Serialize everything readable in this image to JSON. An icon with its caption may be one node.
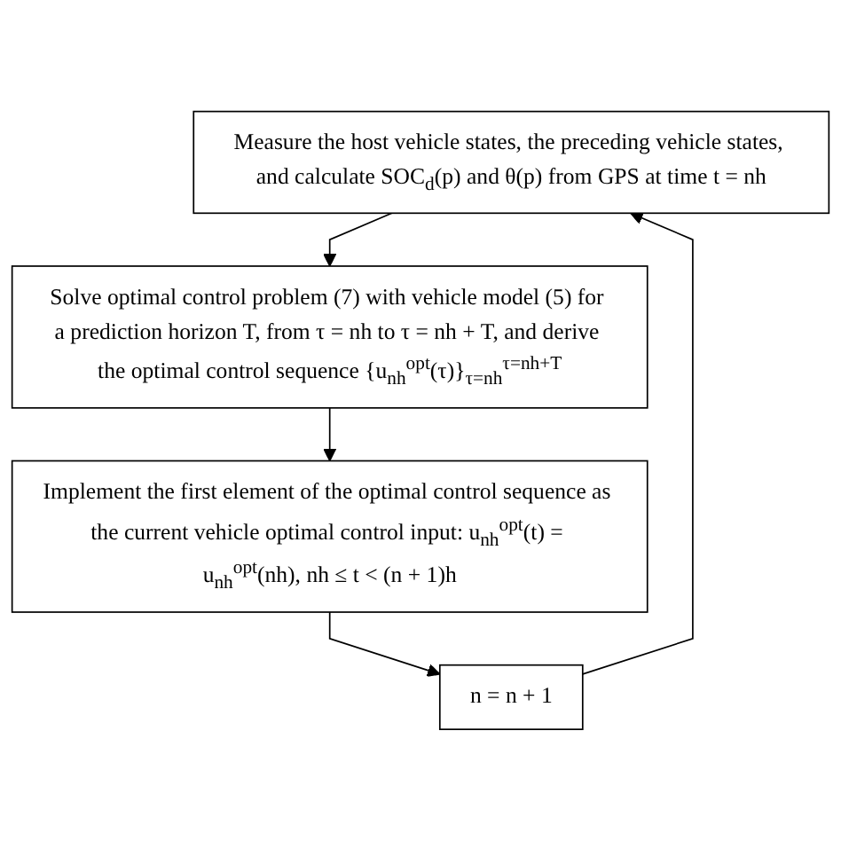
{
  "diagram": {
    "nodes": [
      {
        "text": [
          "Measure the host vehicle states, the preceding vehicle states, and calculate SOC$_{d}$(p) and θ(p) from GPS at time t = nh"
        ]
      },
      {
        "text": [
          "Solve optimal control problem (7) with vehicle model (5) for a prediction horizon T, from τ = nh to τ = nh + T, and derive the optimal control sequence {u$_{nh}$$^{opt}$(τ)}$_{τ=nh}$$^{τ=nh+T}$"
        ]
      },
      {
        "text": [
          "Implement the first element of the optimal control sequence as the current vehicle optimal control input: u$_{nh}$$^{opt}$(t) = u$_{nh}$$^{opt}$(nh), nh ≤ t < (n + 1)h"
        ]
      },
      {
        "text": [
          "n = n + 1"
        ]
      }
    ],
    "edges": [
      {
        "from": 0,
        "to": 1,
        "arrow": "to"
      },
      {
        "from": 1,
        "to": 2,
        "arrow": "to"
      },
      {
        "from": 2,
        "to": 3,
        "arrow": "to"
      },
      {
        "from": 3,
        "to": 0,
        "arrow": "to"
      }
    ]
  }
}
